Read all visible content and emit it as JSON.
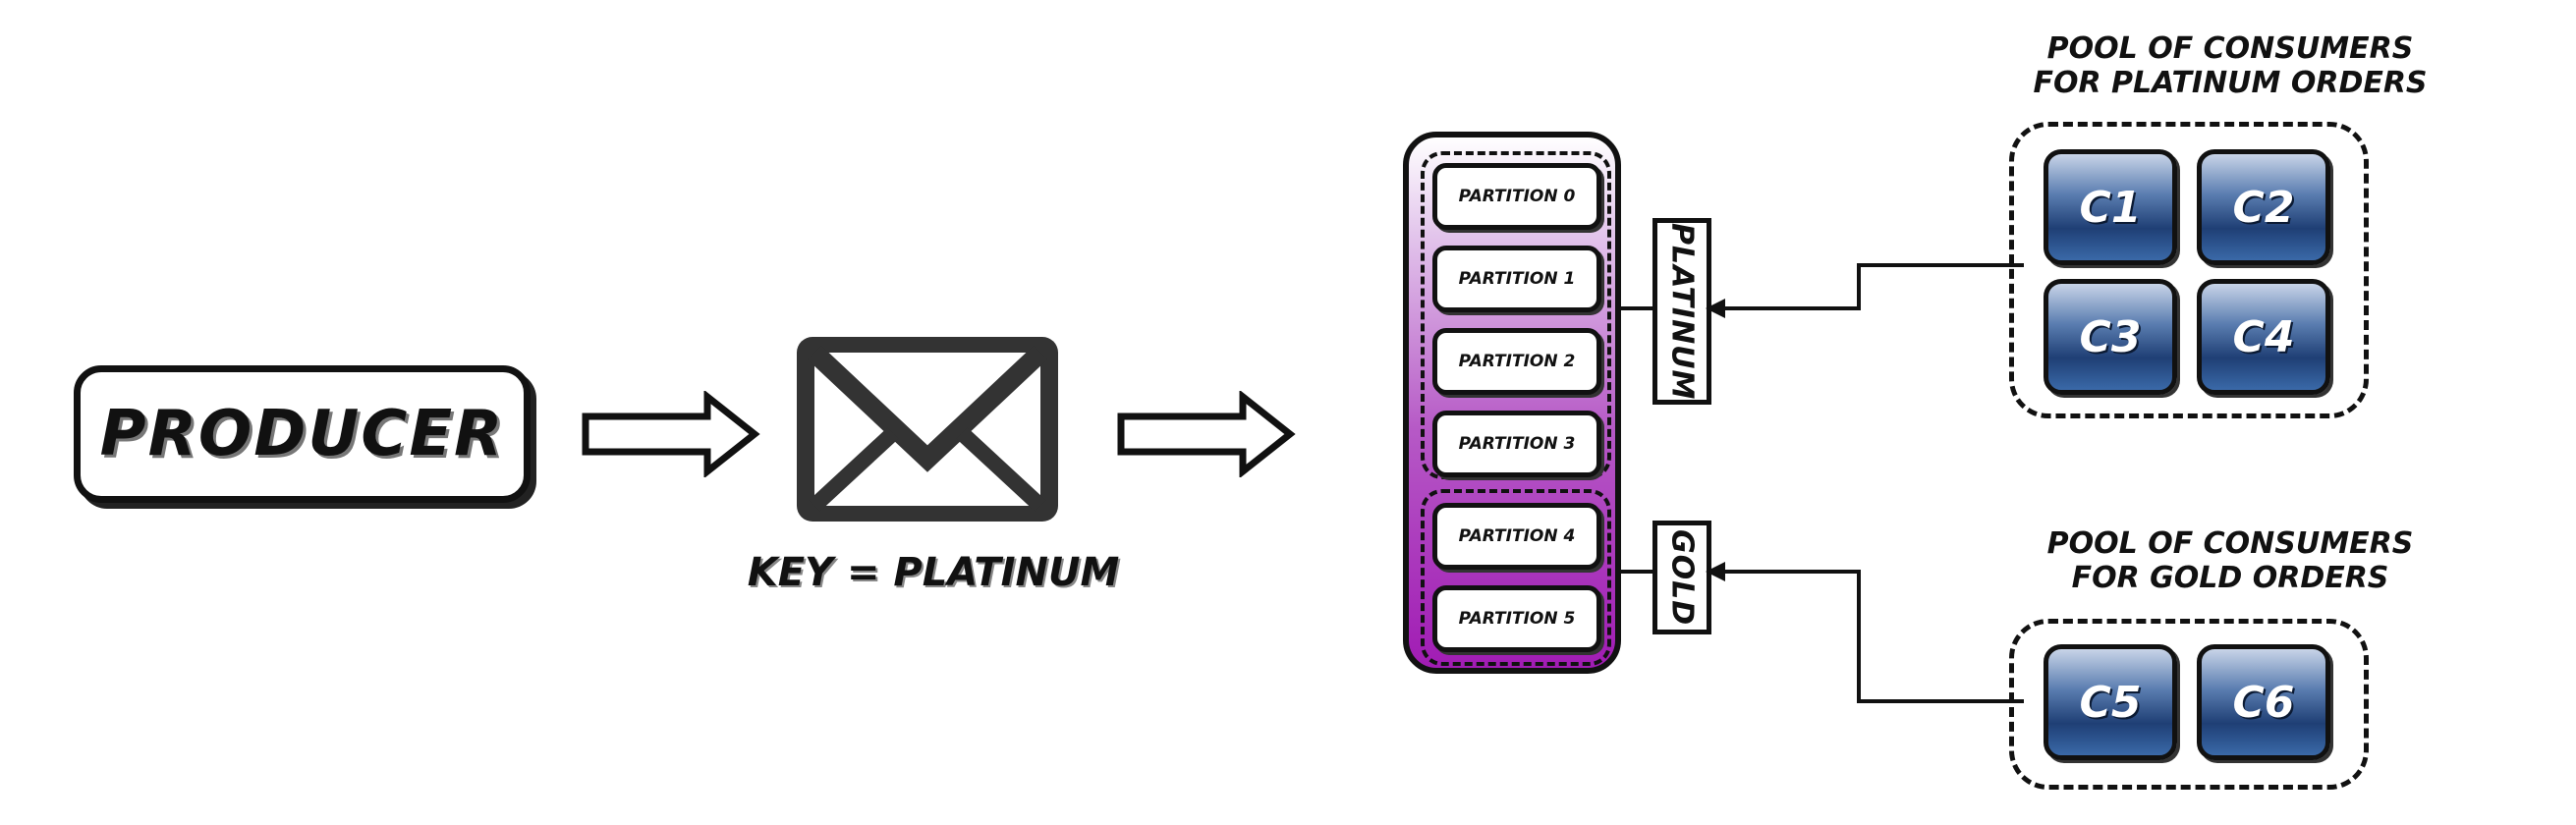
{
  "producer": {
    "label": "PRODUCER"
  },
  "message": {
    "key_label": "KEY = PLATINUM"
  },
  "topic": {
    "partitions": [
      {
        "label": "PARTITION 0"
      },
      {
        "label": "PARTITION 1"
      },
      {
        "label": "PARTITION 2"
      },
      {
        "label": "PARTITION 3"
      },
      {
        "label": "PARTITION 4"
      },
      {
        "label": "PARTITION 5"
      }
    ],
    "group_labels": {
      "platinum": "PLATINUM",
      "gold": "GOLD"
    }
  },
  "pools": {
    "platinum": {
      "title_line1": "POOL OF CONSUMERS",
      "title_line2": "FOR PLATINUM ORDERS",
      "consumers": [
        "C1",
        "C2",
        "C3",
        "C4"
      ]
    },
    "gold": {
      "title_line1": "POOL OF CONSUMERS",
      "title_line2": "FOR GOLD ORDERS",
      "consumers": [
        "C5",
        "C6"
      ]
    }
  },
  "colors": {
    "outline": "#111111",
    "partition_gradient_top": "#ffffff",
    "partition_gradient_bottom": "#a11cb4",
    "consumer_dark": "#1f3f75",
    "consumer_light": "#c8d4e8"
  },
  "icons": {
    "message": "envelope-icon"
  }
}
